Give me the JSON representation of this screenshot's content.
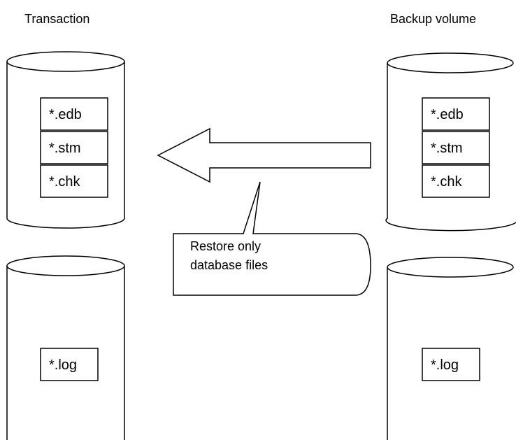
{
  "headings": {
    "left": "Transaction",
    "right": "Backup volume"
  },
  "left_db_volume": {
    "files": [
      "*.edb",
      "*.stm",
      "*.chk"
    ]
  },
  "left_log_volume": {
    "files": [
      "*.log"
    ]
  },
  "right_db_volume": {
    "files": [
      "*.edb",
      "*.stm",
      "*.chk"
    ]
  },
  "right_log_volume": {
    "files": [
      "*.log"
    ]
  },
  "callout": {
    "line1": "Restore only",
    "line2": "database files"
  },
  "colors": {
    "stroke": "#000000",
    "fill": "#ffffff"
  }
}
